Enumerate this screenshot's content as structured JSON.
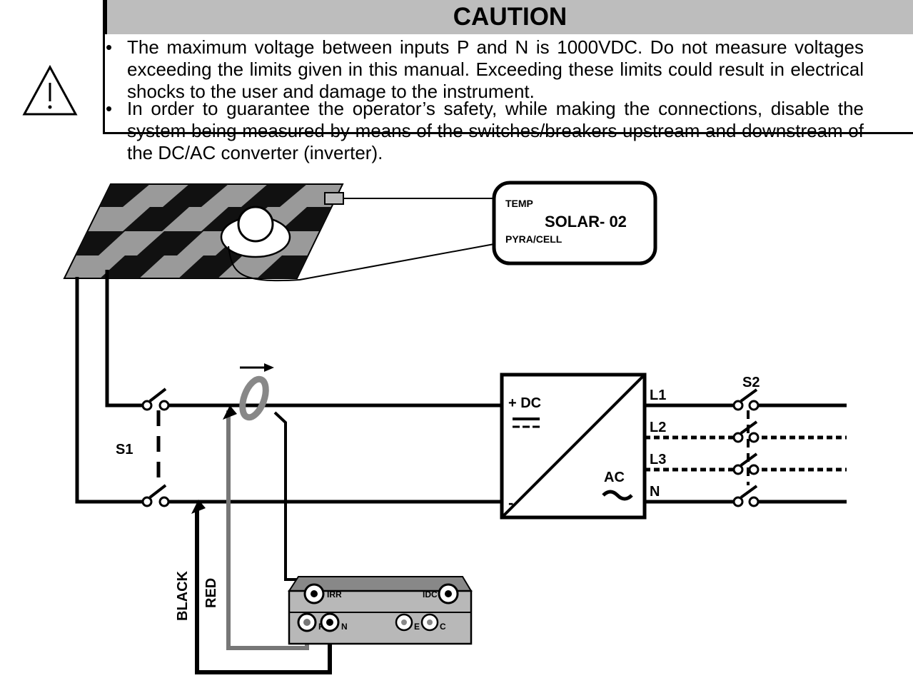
{
  "caution": {
    "title": "CAUTION",
    "bullets": [
      "The maximum voltage between inputs P and N is 1000VDC. Do not measure voltages exceeding the limits given in this manual. Exceeding these limits could result in electrical shocks to the user and damage to the instrument.",
      "In order to guarantee the operator’s safety, while making the connections, disable the system being measured by means of the switches/breakers upstream and downstream of the DC/AC converter (inverter)."
    ],
    "icon": "warning-triangle-icon"
  },
  "diagram": {
    "probe": {
      "temp": "TEMP",
      "model": "SOLAR- 02",
      "pyra": "PYRA/CELL"
    },
    "switches": {
      "s1": "S1",
      "s2": "S2"
    },
    "inverter": {
      "dc_plus": "+ DC",
      "minus": "-",
      "ac": "AC"
    },
    "lines": {
      "l1": "L1",
      "l2": "L2",
      "l3": "L3",
      "n": "N"
    },
    "leads": {
      "black": "BLACK",
      "red": "RED"
    },
    "meter": {
      "irr": "IRR",
      "idc": "IDC",
      "p": "P",
      "n": "N",
      "e": "E",
      "c": "C"
    }
  }
}
